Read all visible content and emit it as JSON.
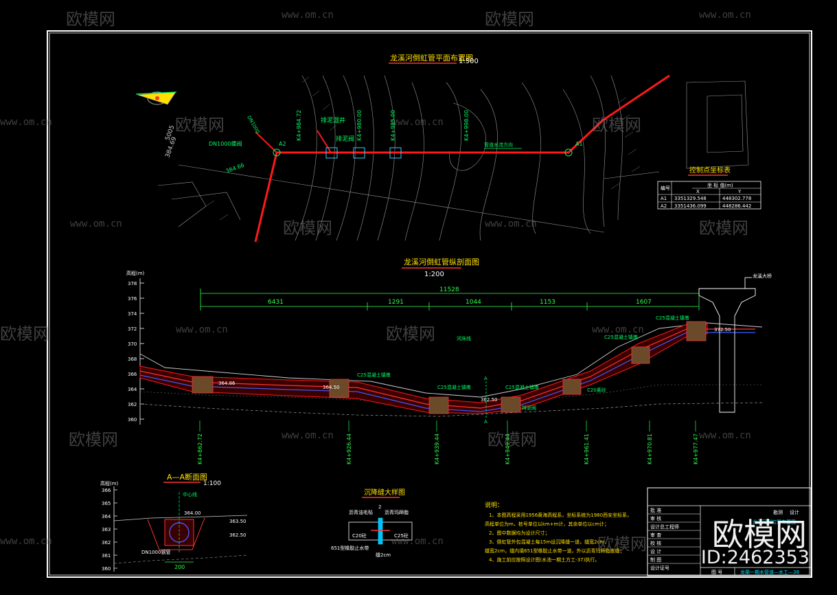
{
  "colors": {
    "background": "#000000",
    "frame": "#ffffff",
    "pipe": "#ff1a1a",
    "text_green": "#33ff66",
    "title_yellow": "#ffe000",
    "dims": "#2fff4a",
    "terrain": "#cfcfcf",
    "cyan": "#00e5ff",
    "blue": "#3b5bff"
  },
  "plan": {
    "title": "龙溪河倒虹管平面布置图",
    "scale": "1:500",
    "station_labels": [
      "K4+984.72",
      "K4+980.00",
      "K4+985.00",
      "K4+998.00"
    ],
    "labels": {
      "pipe_valve": "DN1000蝶阀",
      "sand_well": "排泥湿井",
      "sand_valve": "排泥阀",
      "pipe_dir": "管道水流方向",
      "dn": "DN1000",
      "a2": "A2",
      "a1": "A1",
      "coord_a": "384.69",
      "coord_b": "5005",
      "elev": "384.66"
    },
    "control_table": {
      "title": "控制点坐标表",
      "header": [
        "编号",
        "坐 标 值(m)"
      ],
      "subheader": [
        "X",
        "Y"
      ],
      "rows": [
        [
          "A1",
          "3351329.548",
          "448302.778"
        ],
        [
          "A2",
          "3351436.099",
          "448286.442"
        ]
      ]
    }
  },
  "profile": {
    "title": "龙溪河倒虹管纵剖面图",
    "scale": "1:200",
    "elev_axis_label": "高程(m)",
    "elev_ticks": [
      "378",
      "376",
      "374",
      "372",
      "370",
      "368",
      "366",
      "364",
      "362",
      "360"
    ],
    "total_dim": "11528",
    "segment_dims": [
      "6431",
      "1291",
      "1044",
      "1153",
      "1607"
    ],
    "labels": [
      "C25混凝土镇墩",
      "C25混凝土镇墩",
      "C25混凝土镇墩",
      "C25混凝土镇墩",
      "C20素砼",
      "C25混凝土镇墩",
      "河床线",
      "排泥阀"
    ],
    "elev_marks": [
      "364.86",
      "364.50",
      "362.50",
      "372.50"
    ],
    "chainages": [
      "K4+862.72",
      "K4+926.44",
      "K4+939.44",
      "K4+949.44",
      "K4+961.41",
      "K4+970.81",
      "K4+977.47"
    ],
    "section_mark": "A",
    "bridge_label": "龙溪大桥"
  },
  "section_aa": {
    "title": "A—A断面图",
    "scale": "1:100",
    "elev_axis_label": "高程(m)",
    "ticks": [
      "366",
      "365",
      "364",
      "363",
      "362",
      "361",
      "360"
    ],
    "labels": {
      "center": "中心线",
      "top": "364.00",
      "r1": "363.50",
      "r2": "362.50",
      "pipe": "DN1000钢管",
      "width": "200"
    }
  },
  "detail": {
    "title": "沉降缝大样图",
    "labels": {
      "fill": "沥青油毛毡",
      "seal": "沥青玛蹄脂",
      "c20": "C20砼",
      "c25": "C25砼",
      "sealant": "651型橡胶止水带",
      "gap": "缝2cm",
      "dim": "2"
    }
  },
  "notes": {
    "title": "说明：",
    "lines": [
      "1、本图高程采用1956黄海高程系，坐标系统为1980西安坐标系，",
      "高程单位为m，桩号单位以km+m计，其余单位以cm计；",
      "2、图中数据均为设计尺寸；",
      "3、倒虹管外包混凝土每15m设沉降缝一道，缝宽2cm，",
      "缝宽2cm，缝内填651型橡胶止水带一道，外以沥青玛蹄脂嵌缝；",
      "4、施工前应按照设计图(水池一期土方工-37)执行。"
    ]
  },
  "title_block": {
    "rows": [
      "批 准",
      "审 核",
      "设计总工程师",
      "审 查",
      "校 核",
      "设 计",
      "制 图",
      "设计证号"
    ],
    "right_top": [
      "勘测",
      "设计"
    ],
    "drawing_name": "龙溪河倒虹管布置图",
    "drawing_no_label": "图 号",
    "drawing_no": "龙渠一期水管道—水工—38"
  },
  "watermark": {
    "brand": "欧模网",
    "url": "www.om.cn",
    "id": "ID:2462353"
  }
}
